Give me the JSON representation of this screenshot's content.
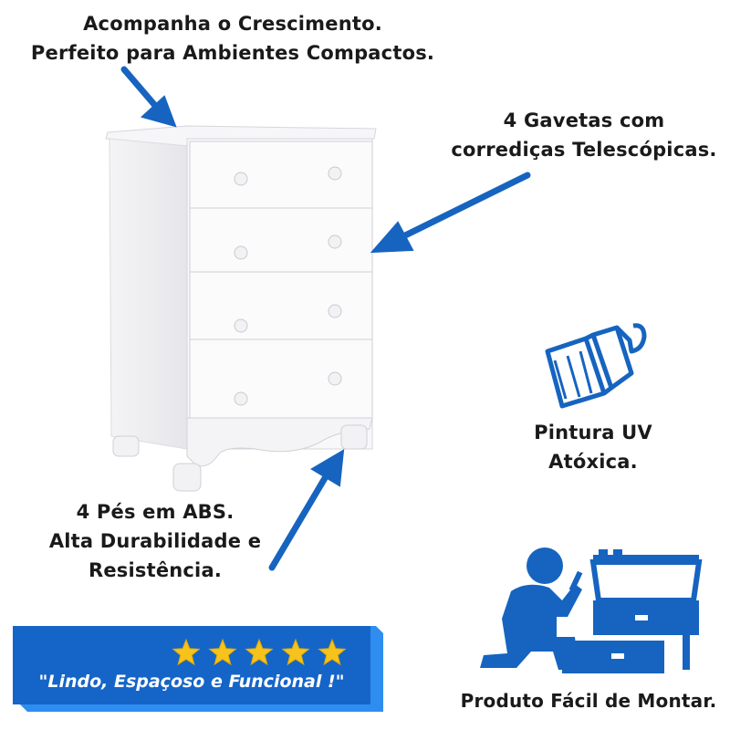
{
  "captions": {
    "top": [
      "Acompanha o Crescimento.",
      "Perfeito para Ambientes Compactos."
    ],
    "drawers": [
      "4 Gavetas com",
      "corrediças Telescópicas."
    ],
    "paint": [
      "Pintura UV",
      "Atóxica."
    ],
    "feet": [
      "4 Pés em ABS.",
      "Alta Durabilidade e",
      "Resistência."
    ],
    "assembly": [
      "Produto Fácil de Montar."
    ]
  },
  "review": {
    "quote": "\"Lindo, Espaçoso e Funcional !\"",
    "stars": 5
  },
  "icons": [
    "arrow-icon",
    "paint-brush-icon",
    "assembly-worker-icon",
    "star-icon"
  ],
  "colors": {
    "accent_blue": "#1664c0",
    "banner_blue": "#1565c8",
    "banner_shadow": "#2f8df0",
    "star_gold": "#f6c31c",
    "furniture_white": "#f7f7f9"
  }
}
